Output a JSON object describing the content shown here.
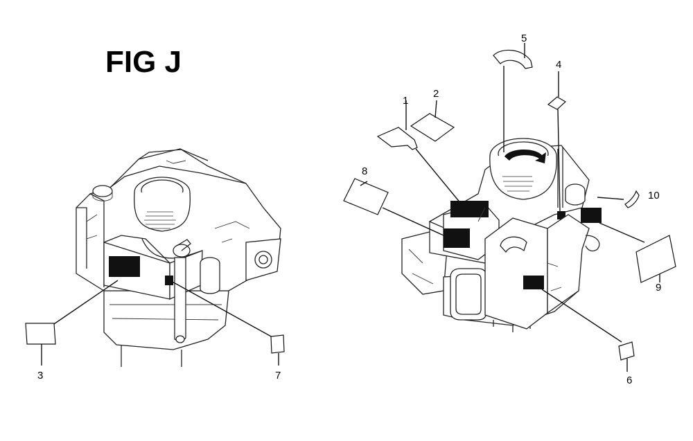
{
  "figure": {
    "title": "FIG J",
    "callouts": [
      "1",
      "2",
      "3",
      "4",
      "5",
      "6",
      "7",
      "8",
      "9",
      "10"
    ]
  }
}
